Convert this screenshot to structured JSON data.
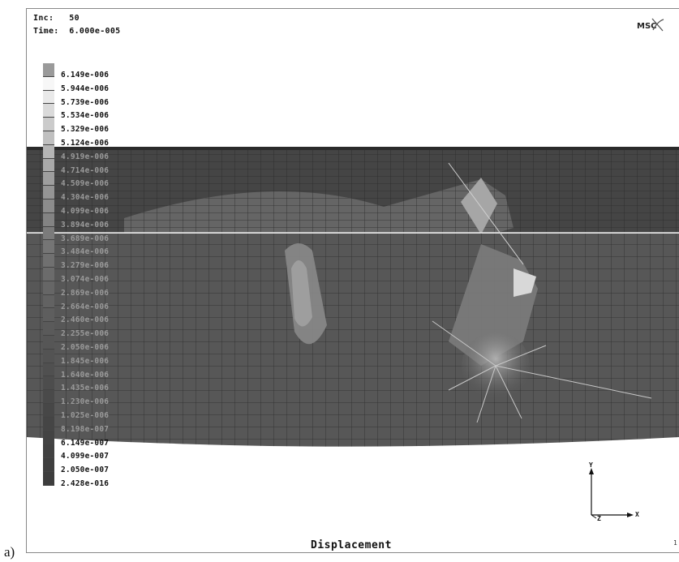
{
  "figure_label": "a)",
  "header": {
    "inc_label": "Inc:",
    "inc_value": "50",
    "time_label": "Time:",
    "time_value": "6.000e-005"
  },
  "logo_text": "MSC",
  "legend": {
    "labels": [
      "6.149e-006",
      "5.944e-006",
      "5.739e-006",
      "5.534e-006",
      "5.329e-006",
      "5.124e-006",
      "4.919e-006",
      "4.714e-006",
      "4.509e-006",
      "4.304e-006",
      "4.099e-006",
      "3.894e-006",
      "3.689e-006",
      "3.484e-006",
      "3.279e-006",
      "3.074e-006",
      "2.869e-006",
      "2.664e-006",
      "2.460e-006",
      "2.255e-006",
      "2.050e-006",
      "1.845e-006",
      "1.640e-006",
      "1.435e-006",
      "1.230e-006",
      "1.025e-006",
      "8.198e-007",
      "6.149e-007",
      "4.099e-007",
      "2.050e-007",
      "2.428e-016"
    ],
    "colors": [
      "#9a9a9a",
      "#f7f7f7",
      "#e9e9e9",
      "#dadada",
      "#cbcbcb",
      "#c0c0c0",
      "#b5b5b5",
      "#a9a9a9",
      "#9e9e9e",
      "#959595",
      "#8c8c8c",
      "#838383",
      "#7b7b7b",
      "#757575",
      "#707070",
      "#6b6b6b",
      "#666666",
      "#626262",
      "#5e5e5e",
      "#5a5a5a",
      "#565656",
      "#535353",
      "#505050",
      "#4d4d4d",
      "#4a4a4a",
      "#474747",
      "#454545",
      "#434343",
      "#414141",
      "#3f3f3f",
      "#3d3d3d"
    ]
  },
  "plot_title": "Displacement",
  "triad": {
    "y_label": "Y",
    "x_label": "X",
    "z_label": "Z"
  },
  "frame_number": "1"
}
